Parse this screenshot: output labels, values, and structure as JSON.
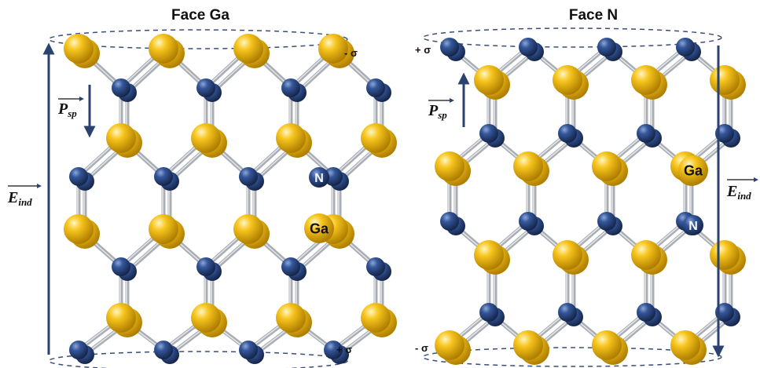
{
  "panels": [
    {
      "title": "Face Ga",
      "sigma_top": "- σ",
      "sigma_bottom": "+ σ",
      "polarization_main": "P",
      "polarization_sub": "sp",
      "field_main": "E",
      "field_sub": "ind",
      "label_blue_atom": "N",
      "label_gold_atom": "Ga"
    },
    {
      "title": "Face N",
      "sigma_top": "+ σ",
      "sigma_bottom": "- σ",
      "polarization_main": "P",
      "polarization_sub": "sp",
      "field_main": "E",
      "field_sub": "ind",
      "label_blue_atom": "N",
      "label_gold_atom": "Ga"
    }
  ],
  "colors": {
    "ga_atom": "#f2b80c",
    "n_atom": "#2d4e8f",
    "bond": "#a9aeb4",
    "arrow": "#2b4270",
    "dashed_outline": "#3a4d78"
  }
}
